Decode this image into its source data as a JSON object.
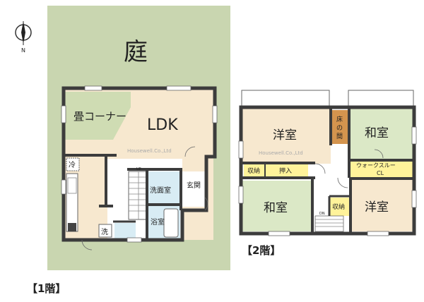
{
  "compass": {
    "north_label": "N",
    "icon": "north-arrow-icon"
  },
  "garden": {
    "label": "庭"
  },
  "watermark": "Housewell.Co.,Ltd",
  "floor1": {
    "title": "【1階】",
    "rooms": {
      "tatami_corner": "畳コーナー",
      "ldk": "LDK",
      "refrigerator": "冷",
      "washroom": "洗面室",
      "entrance": "玄関",
      "bathroom": "浴室",
      "washer": "洗",
      "up": "UP"
    }
  },
  "floor2": {
    "title": "【2階】",
    "rooms": {
      "western_room_1": "洋室",
      "japanese_room_1": "和室",
      "tokonoma": [
        "床",
        "の",
        "間"
      ],
      "storage_1": "収納",
      "closet": "押入",
      "walk_through_cl_line1": "ウォークスルー",
      "walk_through_cl_line2": "CL",
      "japanese_room_2": "和室",
      "storage_2": "収納",
      "western_room_2": "洋室",
      "dn": "DN"
    }
  },
  "colors": {
    "garden": "#c9d6b0",
    "floor": "#f7e8cf",
    "tatami": "#cfdcb3",
    "wet_area": "#d8ecf4",
    "storage_yellow": "#fff39a",
    "tokonoma_wood": "#d4944e",
    "western_room": "#f7e8cf",
    "japanese_room": "#dbe8c6",
    "hall": "#ffffff",
    "wall": "#3c3c3c"
  }
}
